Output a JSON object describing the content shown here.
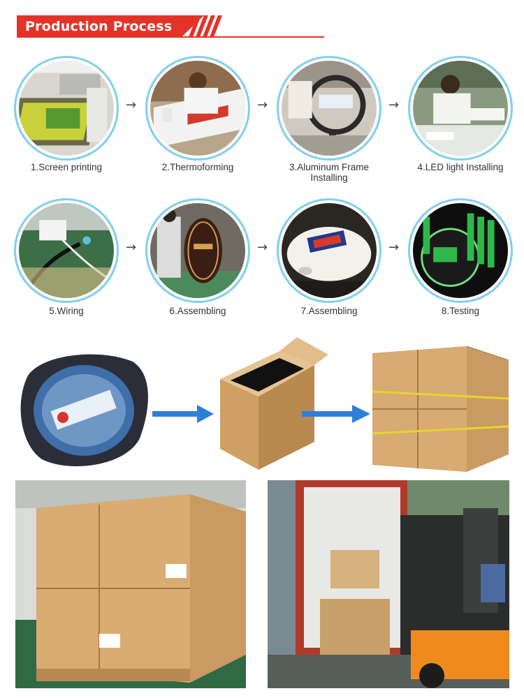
{
  "header": {
    "title": "Production Process"
  },
  "steps": [
    {
      "label": "1.Screen printing"
    },
    {
      "label": "2.Thermoforming"
    },
    {
      "label": "3.Aluminum Frame\nInstalling"
    },
    {
      "label": "4.LED light Installing"
    },
    {
      "label": "5.Wiring"
    },
    {
      "label": "6.Assembling"
    },
    {
      "label": "7.Assembling"
    },
    {
      "label": "8.Testing"
    }
  ],
  "arrow_glyph": "→",
  "colors": {
    "accent": "#e53227",
    "circle_border": "#7fd0ee",
    "flow_arrow": "#2f7fd6"
  }
}
